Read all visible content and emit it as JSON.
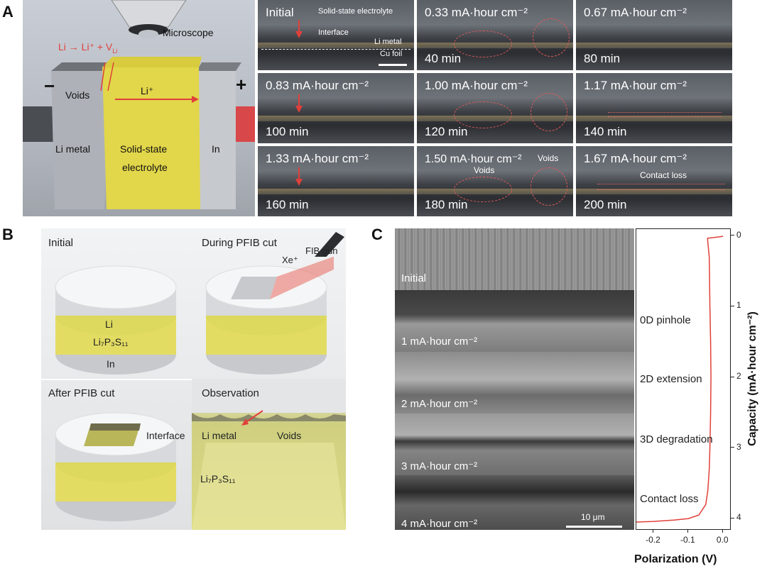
{
  "panels": {
    "a": "A",
    "b": "B",
    "c": "C"
  },
  "panel_a": {
    "illustration": {
      "microscope": "Microscope",
      "reaction": "Li → Li⁺ + V",
      "reaction_sub": "Li",
      "minus": "−",
      "plus": "+",
      "voids": "Voids",
      "li_ion": "Li⁺",
      "li_metal": "Li metal",
      "electrolyte_1": "Solid-state",
      "electrolyte_2": "electrolyte",
      "in": "In"
    },
    "first_tile": {
      "caption": "Initial",
      "solid_state": "Solid-state electrolyte",
      "interface": "Interface",
      "li_metal": "Li metal",
      "cu_foil": "Cu foil"
    },
    "tiles": [
      {
        "caption": "",
        "time": ""
      },
      {
        "caption": "0.33 mA·hour cm⁻²",
        "time": "40 min"
      },
      {
        "caption": "0.67 mA·hour cm⁻²",
        "time": "80 min"
      },
      {
        "caption": "0.83 mA·hour cm⁻²",
        "time": "100 min"
      },
      {
        "caption": "1.00 mA·hour cm⁻²",
        "time": "120 min"
      },
      {
        "caption": "1.17 mA·hour cm⁻²",
        "time": "140 min"
      },
      {
        "caption": "1.33 mA·hour cm⁻²",
        "time": "160 min"
      },
      {
        "caption": "1.50 mA·hour cm⁻²",
        "time": "180 min"
      },
      {
        "caption": "1.67 mA·hour cm⁻²",
        "time": "200 min"
      }
    ],
    "annotations": {
      "voids": "Voids",
      "contact_loss": "Contact loss"
    }
  },
  "panel_b": {
    "initial": "Initial",
    "during": "During PFIB cut",
    "xe": "Xe⁺",
    "fib_gun": "FIB gun",
    "li": "Li",
    "electrolyte": "Li₇P₃S₁₁",
    "in": "In",
    "after": "After PFIB cut",
    "interface": "Interface",
    "observation": "Observation",
    "obs_li_metal": "Li metal",
    "obs_voids": "Voids",
    "obs_electrolyte": "Li₇P₃S₁₁"
  },
  "panel_c": {
    "sem_labels": [
      "Initial",
      "1 mA·hour cm⁻²",
      "2 mA·hour cm⁻²",
      "3 mA·hour cm⁻²",
      "4 mA·hour cm⁻²"
    ],
    "scale_bar": "10 μm",
    "stage_labels": [
      "0D pinhole",
      "2D extension",
      "3D degradation",
      "Contact loss"
    ],
    "xlabel": "Polarization (V)",
    "ylabel": "Capacity (mA·hour cm⁻²)",
    "line_color": "#e0403a"
  },
  "chart_data": {
    "type": "line",
    "xlabel": "Polarization (V)",
    "ylabel": "Capacity (mA·hour cm⁻²)",
    "xlim": [
      -0.25,
      0.02
    ],
    "ylim": [
      4.15,
      -0.1
    ],
    "xticks": [
      "-0.2",
      "-0.1",
      "0.0"
    ],
    "yticks": [
      "0",
      "1",
      "2",
      "3",
      "4"
    ],
    "x": [
      0.0,
      -0.01,
      -0.045,
      -0.04,
      -0.038,
      -0.036,
      -0.035,
      -0.036,
      -0.038,
      -0.04,
      -0.044,
      -0.05,
      -0.07,
      -0.1,
      -0.14,
      -0.2,
      -0.25
    ],
    "y": [
      0.0,
      0.01,
      0.03,
      0.3,
      1.0,
      1.5,
      2.0,
      2.5,
      3.0,
      3.3,
      3.6,
      3.8,
      3.95,
      4.0,
      4.02,
      4.04,
      4.05
    ]
  }
}
